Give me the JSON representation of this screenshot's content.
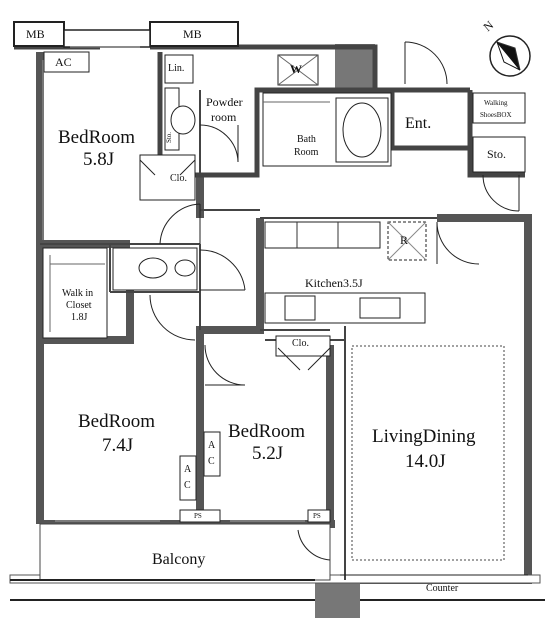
{
  "rooms": {
    "bedroom_nw": {
      "name": "BedRoom",
      "size": "5.8J"
    },
    "bedroom_sw": {
      "name": "BedRoom",
      "size": "7.4J"
    },
    "bedroom_s": {
      "name": "BedRoom",
      "size": "5.2J"
    },
    "living": {
      "name": "LivingDining",
      "size": "14.0J"
    }
  },
  "labels": {
    "mb_left": "MB",
    "mb_mid": "MB",
    "ac_top": "AC",
    "ac_a": "A",
    "ac_c": "C",
    "ac2_a": "A",
    "ac2_c": "C",
    "lin": "Lin.",
    "w": "W",
    "powder_1": "Powder",
    "powder_2": "room",
    "sto_vert": "Sto.",
    "clo_upper": "Clo.",
    "bath_1": "Bath",
    "bath_2": "Room",
    "ent": "Ent.",
    "walking_1": "Walking",
    "walking_2": "ShoesBOX",
    "sto": "Sto.",
    "r": "R",
    "kitchen": "Kitchen3.5J",
    "walkin_1": "Walk in",
    "walkin_2": "Closet",
    "walkin_3": "1.8J",
    "clo_lower": "Clo.",
    "ps_1": "PS",
    "ps_2": "PS",
    "balcony": "Balcony",
    "counter": "Counter",
    "compass": "N"
  }
}
